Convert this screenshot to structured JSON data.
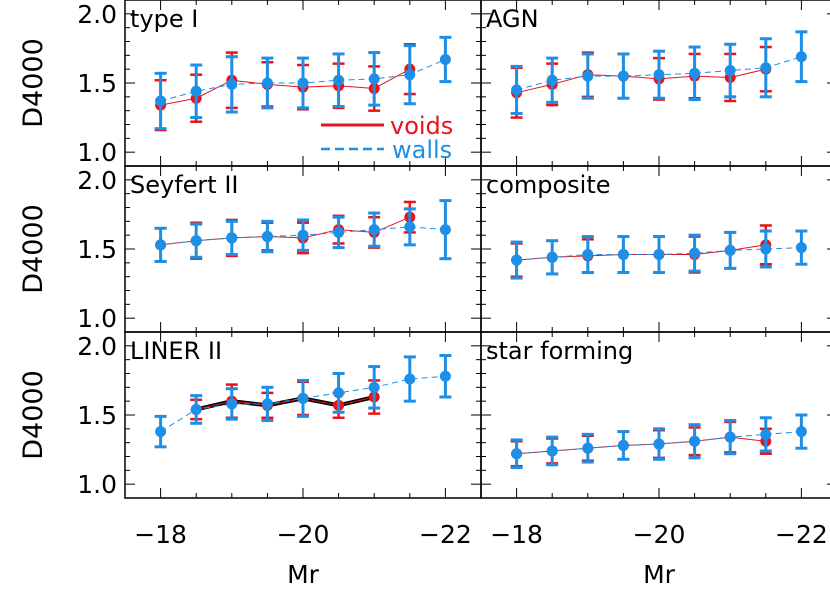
{
  "figure": {
    "ylabel": "D4000",
    "xlabel": "Mr",
    "legend": [
      {
        "label": "voids",
        "color": "#e8141b",
        "dash": "solid"
      },
      {
        "label": "walls",
        "color": "#1e8fe6",
        "dash": "dashed"
      }
    ],
    "yticks": [
      "1.0",
      "1.5",
      "2.0"
    ],
    "xticks": [
      "−18",
      "−20",
      "−22"
    ]
  },
  "chart_data": [
    {
      "type": "line",
      "title": "type I",
      "xlim": [
        -17.5,
        -22.5
      ],
      "ylim": [
        0.9,
        2.1
      ],
      "xtick_values": [
        -18,
        -20,
        -22
      ],
      "ytick_values": [
        1.0,
        1.5,
        2.0
      ],
      "series": [
        {
          "name": "voids",
          "color": "#e8141b",
          "x": [
            -18,
            -18.5,
            -19,
            -19.5,
            -20,
            -20.5,
            -21,
            -21.5
          ],
          "y": [
            1.34,
            1.39,
            1.52,
            1.49,
            1.47,
            1.48,
            1.46,
            1.6
          ],
          "err": [
            0.18,
            0.17,
            0.2,
            0.16,
            0.16,
            0.16,
            0.16,
            0.18
          ]
        },
        {
          "name": "walls",
          "color": "#1e8fe6",
          "x": [
            -18,
            -18.5,
            -19,
            -19.5,
            -20,
            -20.5,
            -21,
            -21.5,
            -22
          ],
          "y": [
            1.37,
            1.44,
            1.49,
            1.5,
            1.5,
            1.52,
            1.53,
            1.56,
            1.67
          ],
          "err": [
            0.2,
            0.19,
            0.2,
            0.18,
            0.18,
            0.19,
            0.19,
            0.21,
            0.16
          ]
        }
      ]
    },
    {
      "type": "line",
      "title": "AGN",
      "xlim": [
        -17.5,
        -22.5
      ],
      "ylim": [
        0.9,
        2.1
      ],
      "xtick_values": [
        -18,
        -20,
        -22
      ],
      "ytick_values": [
        1.0,
        1.5,
        2.0
      ],
      "series": [
        {
          "name": "voids",
          "color": "#e8141b",
          "x": [
            -18,
            -18.5,
            -19,
            -19.5,
            -20,
            -20.5,
            -21,
            -21.5
          ],
          "y": [
            1.43,
            1.49,
            1.56,
            1.55,
            1.53,
            1.55,
            1.54,
            1.6
          ],
          "err": [
            0.18,
            0.15,
            0.16,
            0.16,
            0.15,
            0.16,
            0.17,
            0.16
          ]
        },
        {
          "name": "walls",
          "color": "#1e8fe6",
          "x": [
            -18,
            -18.5,
            -19,
            -19.5,
            -20,
            -20.5,
            -21,
            -21.5,
            -22
          ],
          "y": [
            1.45,
            1.52,
            1.55,
            1.55,
            1.56,
            1.57,
            1.59,
            1.61,
            1.69
          ],
          "err": [
            0.17,
            0.16,
            0.16,
            0.16,
            0.17,
            0.19,
            0.19,
            0.21,
            0.18
          ]
        }
      ]
    },
    {
      "type": "line",
      "title": "Seyfert II",
      "xlim": [
        -17.5,
        -22.5
      ],
      "ylim": [
        0.9,
        2.1
      ],
      "xtick_values": [
        -18,
        -20,
        -22
      ],
      "ytick_values": [
        1.0,
        1.5,
        2.0
      ],
      "series": [
        {
          "name": "voids",
          "color": "#e8141b",
          "x": [
            -18,
            -18.5,
            -19,
            -19.5,
            -20,
            -20.5,
            -21,
            -21.5
          ],
          "y": [
            1.53,
            1.56,
            1.58,
            1.59,
            1.58,
            1.64,
            1.62,
            1.73
          ],
          "err": [
            0.12,
            0.13,
            0.13,
            0.1,
            0.11,
            0.1,
            0.11,
            0.11
          ]
        },
        {
          "name": "walls",
          "color": "#1e8fe6",
          "x": [
            -18,
            -18.5,
            -19,
            -19.5,
            -20,
            -20.5,
            -21,
            -21.5,
            -22
          ],
          "y": [
            1.53,
            1.56,
            1.58,
            1.59,
            1.6,
            1.62,
            1.64,
            1.66,
            1.64
          ],
          "err": [
            0.12,
            0.12,
            0.12,
            0.11,
            0.11,
            0.11,
            0.12,
            0.13,
            0.21
          ]
        }
      ]
    },
    {
      "type": "line",
      "title": "composite",
      "xlim": [
        -17.5,
        -22.5
      ],
      "ylim": [
        0.9,
        2.1
      ],
      "xtick_values": [
        -18,
        -20,
        -22
      ],
      "ytick_values": [
        1.0,
        1.5,
        2.0
      ],
      "series": [
        {
          "name": "voids",
          "color": "#e8141b",
          "x": [
            -18,
            -18.5,
            -19,
            -19.5,
            -20,
            -20.5,
            -21,
            -21.5
          ],
          "y": [
            1.42,
            1.44,
            1.45,
            1.46,
            1.46,
            1.46,
            1.49,
            1.53
          ],
          "err": [
            0.12,
            0.12,
            0.12,
            0.13,
            0.13,
            0.13,
            0.13,
            0.14
          ]
        },
        {
          "name": "walls",
          "color": "#1e8fe6",
          "x": [
            -18,
            -18.5,
            -19,
            -19.5,
            -20,
            -20.5,
            -21,
            -21.5,
            -22
          ],
          "y": [
            1.42,
            1.44,
            1.46,
            1.46,
            1.46,
            1.47,
            1.49,
            1.5,
            1.51
          ],
          "err": [
            0.13,
            0.12,
            0.13,
            0.13,
            0.13,
            0.13,
            0.13,
            0.13,
            0.12
          ]
        }
      ]
    },
    {
      "type": "line",
      "title": "LINER II",
      "xlim": [
        -17.5,
        -22.5
      ],
      "ylim": [
        0.9,
        2.1
      ],
      "xtick_values": [
        -18,
        -20,
        -22
      ],
      "ytick_values": [
        1.0,
        1.5,
        2.0
      ],
      "series": [
        {
          "name": "voids",
          "color": "#e8141b",
          "x": [
            -18.5,
            -19,
            -19.5,
            -20,
            -20.5,
            -21
          ],
          "y": [
            1.54,
            1.6,
            1.57,
            1.62,
            1.57,
            1.63
          ],
          "err": [
            0.07,
            0.12,
            0.09,
            0.12,
            0.09,
            0.12
          ]
        },
        {
          "name": "walls",
          "color": "#1e8fe6",
          "x": [
            -18,
            -18.5,
            -19,
            -19.5,
            -20,
            -20.5,
            -21,
            -21.5,
            -22
          ],
          "y": [
            1.38,
            1.54,
            1.58,
            1.58,
            1.62,
            1.66,
            1.7,
            1.76,
            1.78
          ],
          "err": [
            0.11,
            0.1,
            0.11,
            0.12,
            0.13,
            0.14,
            0.15,
            0.16,
            0.15
          ]
        }
      ]
    },
    {
      "type": "line",
      "title": "star forming",
      "xlim": [
        -17.5,
        -22.5
      ],
      "ylim": [
        0.9,
        2.1
      ],
      "xtick_values": [
        -18,
        -20,
        -22
      ],
      "ytick_values": [
        1.0,
        1.5,
        2.0
      ],
      "series": [
        {
          "name": "voids",
          "color": "#e8141b",
          "x": [
            -18,
            -18.5,
            -19,
            -19.5,
            -20,
            -20.5,
            -21,
            -21.5
          ],
          "y": [
            1.22,
            1.24,
            1.26,
            1.28,
            1.29,
            1.31,
            1.34,
            1.31
          ],
          "err": [
            0.09,
            0.09,
            0.09,
            0.1,
            0.1,
            0.1,
            0.11,
            0.09
          ]
        },
        {
          "name": "walls",
          "color": "#1e8fe6",
          "x": [
            -18,
            -18.5,
            -19,
            -19.5,
            -20,
            -20.5,
            -21,
            -21.5,
            -22
          ],
          "y": [
            1.22,
            1.24,
            1.26,
            1.28,
            1.29,
            1.31,
            1.34,
            1.36,
            1.38
          ],
          "err": [
            0.1,
            0.1,
            0.1,
            0.1,
            0.11,
            0.12,
            0.12,
            0.12,
            0.12
          ]
        }
      ]
    }
  ]
}
